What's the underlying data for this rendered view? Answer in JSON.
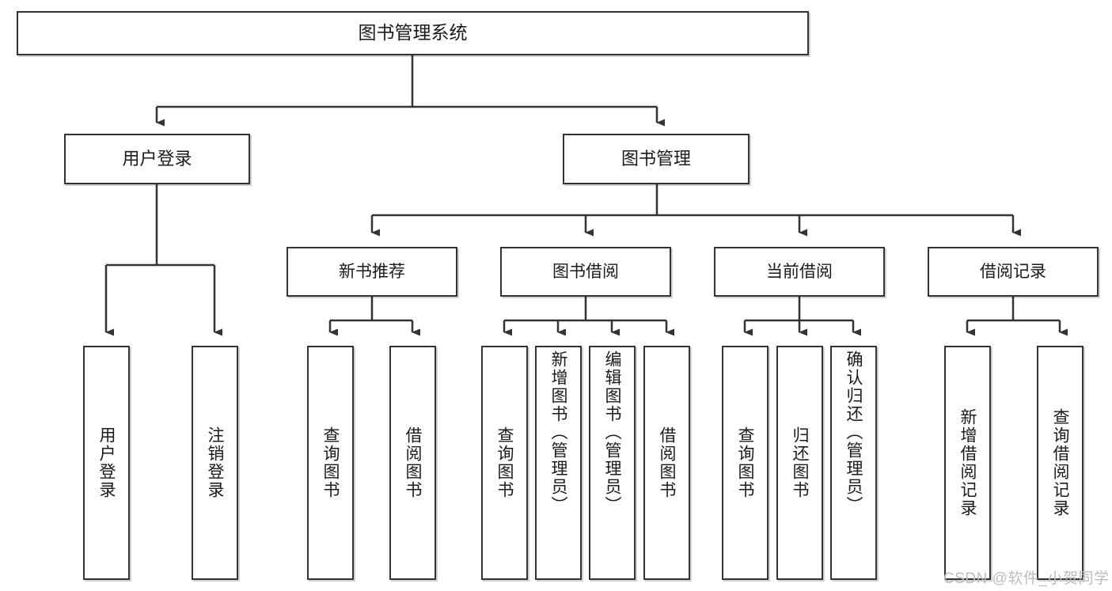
{
  "diagram": {
    "title": "图书管理系统",
    "type": "tree",
    "orientation": "top-down",
    "watermark": "CSDN @软件_小贺同学",
    "colors": {
      "background": "#ffffff",
      "box_border": "#333333",
      "box_fill": "#ffffff",
      "connector": "#333333",
      "text": "#1a1a1a",
      "watermark": "#bdbdbd"
    },
    "nodes": {
      "root": {
        "label": "图书管理系统"
      },
      "level2": [
        {
          "id": "user-login",
          "label": "用户登录"
        },
        {
          "id": "book-manage",
          "label": "图书管理"
        }
      ],
      "level3": [
        {
          "id": "new-book-rec",
          "label": "新书推荐"
        },
        {
          "id": "book-borrow",
          "label": "图书借阅"
        },
        {
          "id": "current-borrow",
          "label": "当前借阅"
        },
        {
          "id": "borrow-record",
          "label": "借阅记录"
        }
      ],
      "leaves": {
        "user-login": [
          {
            "id": "leaf-user-login",
            "label": "用户登录",
            "align": "center"
          },
          {
            "id": "leaf-user-logout",
            "label": "注销登录",
            "align": "center"
          }
        ],
        "new-book-rec": [
          {
            "id": "leaf-query-book-1",
            "label": "查询图书",
            "align": "center"
          },
          {
            "id": "leaf-borrow-book-1",
            "label": "借阅图书",
            "align": "center"
          }
        ],
        "book-borrow": [
          {
            "id": "leaf-query-book-2",
            "label": "查询图书",
            "align": "center"
          },
          {
            "id": "leaf-add-book",
            "label": "新增图书（管理员）",
            "align": "top"
          },
          {
            "id": "leaf-edit-book",
            "label": "编辑图书（管理员）",
            "align": "top"
          },
          {
            "id": "leaf-borrow-book-2",
            "label": "借阅图书",
            "align": "center"
          }
        ],
        "current-borrow": [
          {
            "id": "leaf-query-book-3",
            "label": "查询图书",
            "align": "center"
          },
          {
            "id": "leaf-return-book",
            "label": "归还图书",
            "align": "center"
          },
          {
            "id": "leaf-confirm-return",
            "label": "确认归还（管理员）",
            "align": "top"
          }
        ],
        "borrow-record": [
          {
            "id": "leaf-add-record",
            "label": "新增借阅记录",
            "align": "center"
          },
          {
            "id": "leaf-query-record",
            "label": "查询借阅记录",
            "align": "center"
          }
        ]
      }
    },
    "edges": [
      {
        "from": "图书管理系统",
        "to": "用户登录"
      },
      {
        "from": "图书管理系统",
        "to": "图书管理"
      },
      {
        "from": "图书管理",
        "to": "新书推荐"
      },
      {
        "from": "图书管理",
        "to": "图书借阅"
      },
      {
        "from": "图书管理",
        "to": "当前借阅"
      },
      {
        "from": "图书管理",
        "to": "借阅记录"
      },
      {
        "from": "用户登录",
        "to": "用户登录"
      },
      {
        "from": "用户登录",
        "to": "注销登录"
      },
      {
        "from": "新书推荐",
        "to": "查询图书"
      },
      {
        "from": "新书推荐",
        "to": "借阅图书"
      },
      {
        "from": "图书借阅",
        "to": "查询图书"
      },
      {
        "from": "图书借阅",
        "to": "新增图书（管理员）"
      },
      {
        "from": "图书借阅",
        "to": "编辑图书（管理员）"
      },
      {
        "from": "图书借阅",
        "to": "借阅图书"
      },
      {
        "from": "当前借阅",
        "to": "查询图书"
      },
      {
        "from": "当前借阅",
        "to": "归还图书"
      },
      {
        "from": "当前借阅",
        "to": "确认归还（管理员）"
      },
      {
        "from": "借阅记录",
        "to": "新增借阅记录"
      },
      {
        "from": "借阅记录",
        "to": "查询借阅记录"
      }
    ]
  }
}
